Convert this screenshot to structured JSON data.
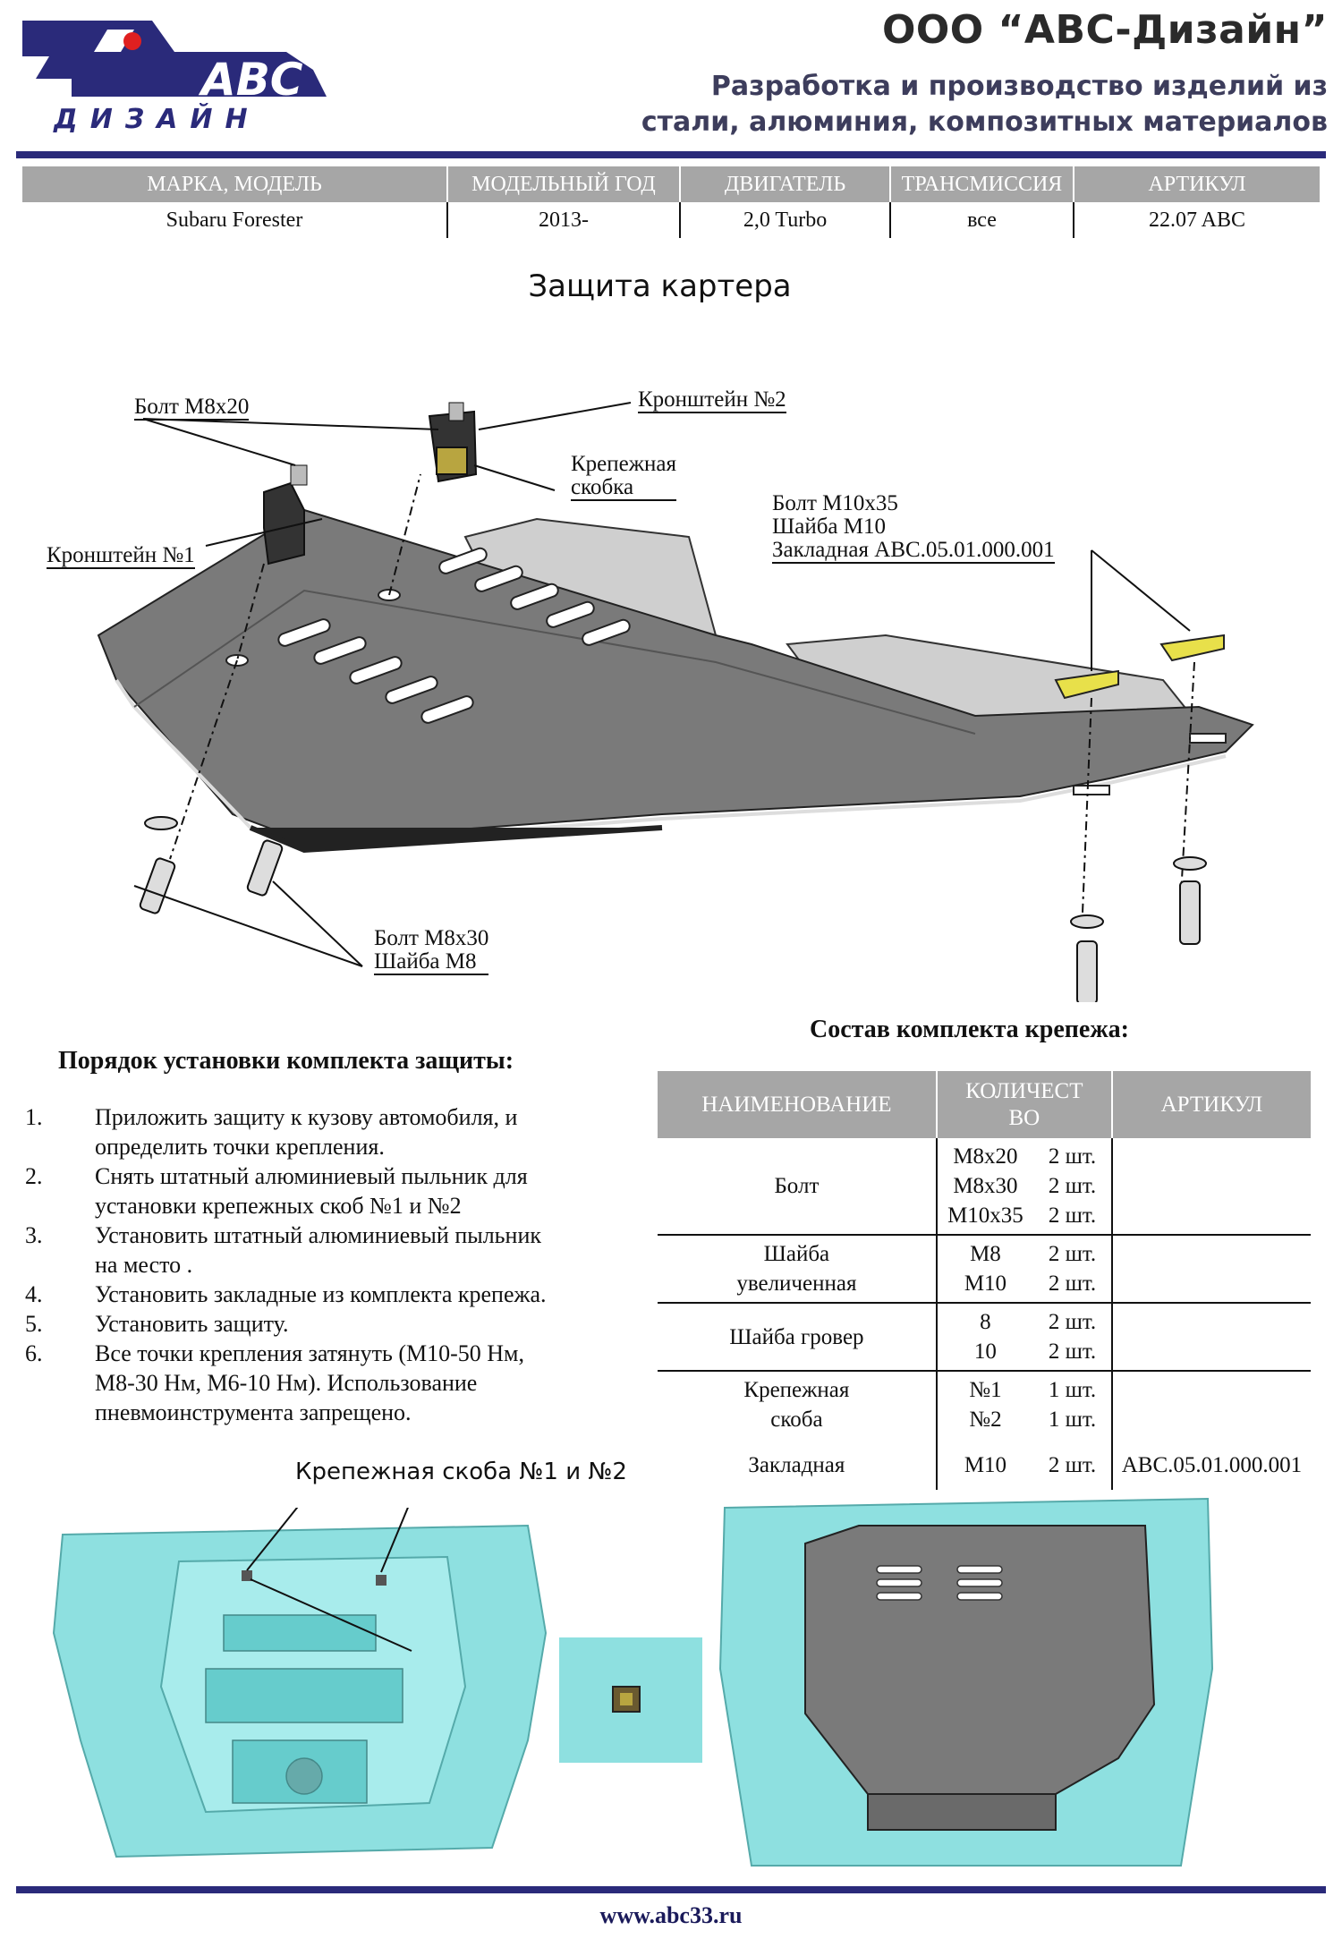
{
  "header": {
    "logo_text": "ABC",
    "logo_subtext": "ДИЗАЙН",
    "company_name": "ООО “АВС-Дизайн”",
    "company_line1": "Разработка и производство изделий из",
    "company_line2": "стали, алюминия, композитных материалов",
    "brand_color": "#2a2a7a"
  },
  "spec_table": {
    "headers": [
      "МАРКА, МОДЕЛЬ",
      "МОДЕЛЬНЫЙ ГОД",
      "ДВИГАТЕЛЬ",
      "ТРАНСМИССИЯ",
      "АРТИКУЛ"
    ],
    "row": [
      "Subaru Forester",
      "2013-",
      "2,0 Turbo",
      "все",
      "22.07 ABC"
    ]
  },
  "title": "Защита картера",
  "diagram": {
    "callouts": {
      "bolt_m8x20": "Болт М8х20",
      "bracket2": "Кронштейн №2",
      "clip_line1": "Крепежная",
      "clip_line2": "скобка",
      "bracket1": "Кронштейн №1",
      "bolt_m10": "Болт М10х35",
      "washer_m10": "Шайба М10",
      "insert": "Закладная АВС.05.01.000.001",
      "bolt_m8x30": "Болт М8х30",
      "washer_m8": "Шайба М8"
    },
    "insert_color": "#e8e04a",
    "plate_color": "#7a7a7a"
  },
  "installation": {
    "title": "Порядок установки комплекта защиты:",
    "steps": [
      {
        "num": "1.",
        "lines": [
          "Приложить защиту к кузову автомобиля, и",
          "определить точки крепления."
        ]
      },
      {
        "num": "2.",
        "lines": [
          "Снять штатный алюминиевый пыльник для",
          "установки крепежных скоб №1 и №2"
        ]
      },
      {
        "num": "3.",
        "lines": [
          "Установить штатный алюминиевый пыльник",
          "на место ."
        ]
      },
      {
        "num": "4.",
        "lines": [
          "Установить закладные из комплекта крепежа."
        ]
      },
      {
        "num": "5.",
        "lines": [
          "Установить защиту."
        ]
      },
      {
        "num": "6.",
        "lines": [
          "Все точки крепления затянуть (М10-50 Нм,",
          "М8-30 Нм,      М6-10 Нм). Использование",
          "пневмоинструмента запрещено."
        ]
      }
    ]
  },
  "kit": {
    "title": "Состав комплекта крепежа:",
    "headers": {
      "name": "НАИМЕНОВАНИЕ",
      "qty_line1": "КОЛИЧЕСТ",
      "qty_line2": "ВО",
      "article": "АРТИКУЛ"
    },
    "rows": [
      {
        "name": "Болт",
        "sizes": [
          "М8х20",
          "М8х30",
          "М10х35"
        ],
        "qty": [
          "2 шт.",
          "2 шт.",
          "2 шт."
        ],
        "article": ""
      },
      {
        "name": "Шайба увеличенная",
        "sizes": [
          "М8",
          "М10"
        ],
        "qty": [
          "2 шт.",
          "2 шт."
        ],
        "article": ""
      },
      {
        "name": "Шайба гровер",
        "sizes": [
          "8",
          "10"
        ],
        "qty": [
          "2 шт.",
          "2 шт."
        ],
        "article": ""
      },
      {
        "name": "Крепежная скоба",
        "sizes": [
          "№1",
          "№2"
        ],
        "qty": [
          "1 шт.",
          "1 шт."
        ],
        "article": ""
      },
      {
        "name": "Закладная",
        "sizes": [
          "М10"
        ],
        "qty": [
          "2 шт."
        ],
        "article": "ABC.05.01.000.001"
      }
    ]
  },
  "photos": {
    "caption": "Крепежная скоба №1 и №2",
    "underbody_color": "#8ee0e0"
  },
  "footer": {
    "website": "www.abc33.ru"
  }
}
